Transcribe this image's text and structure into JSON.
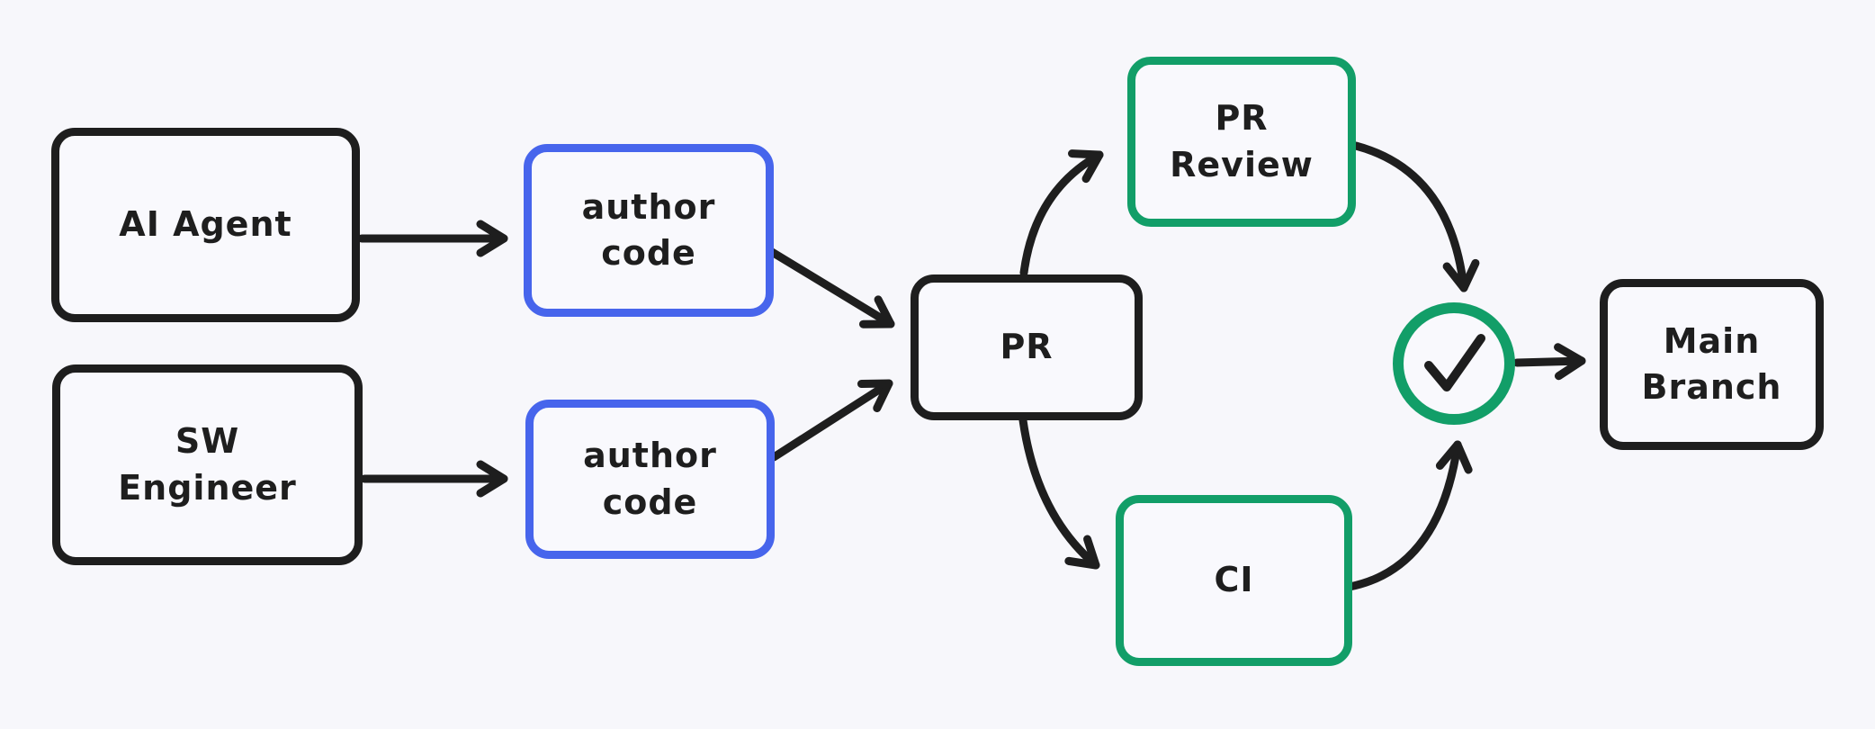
{
  "diagram": {
    "type": "flowchart",
    "style": "hand-drawn whiteboard (excalidraw-like)",
    "background_color": "#f7f7fb",
    "colors": {
      "default_stroke": "#1e1e1e",
      "author_code_stroke": "#4765ec",
      "review_ci_stroke": "#129e68"
    },
    "nodes": {
      "ai_agent": {
        "label": "AI Agent",
        "border": "#1e1e1e"
      },
      "sw_engineer": {
        "label": "SW\nEngineer",
        "border": "#1e1e1e"
      },
      "author_code_top": {
        "label": "author\ncode",
        "border": "#4765ec"
      },
      "author_code_bottom": {
        "label": "author\ncode",
        "border": "#4765ec"
      },
      "pr": {
        "label": "PR",
        "border": "#1e1e1e"
      },
      "pr_review": {
        "label": "PR\nReview",
        "border": "#129e68"
      },
      "ci": {
        "label": "CI",
        "border": "#129e68"
      },
      "approval_check": {
        "icon": "checkmark-icon",
        "border": "#129e68"
      },
      "main_branch": {
        "label": "Main\nBranch",
        "border": "#1e1e1e"
      }
    },
    "edges": [
      {
        "from": "ai_agent",
        "to": "author_code_top",
        "shape": "straight"
      },
      {
        "from": "sw_engineer",
        "to": "author_code_bottom",
        "shape": "straight"
      },
      {
        "from": "author_code_top",
        "to": "pr",
        "shape": "straight"
      },
      {
        "from": "author_code_bottom",
        "to": "pr",
        "shape": "straight"
      },
      {
        "from": "pr",
        "to": "pr_review",
        "shape": "curved"
      },
      {
        "from": "pr",
        "to": "ci",
        "shape": "curved"
      },
      {
        "from": "pr_review",
        "to": "approval_check",
        "shape": "curved"
      },
      {
        "from": "ci",
        "to": "approval_check",
        "shape": "curved"
      },
      {
        "from": "approval_check",
        "to": "main_branch",
        "shape": "straight"
      }
    ]
  }
}
